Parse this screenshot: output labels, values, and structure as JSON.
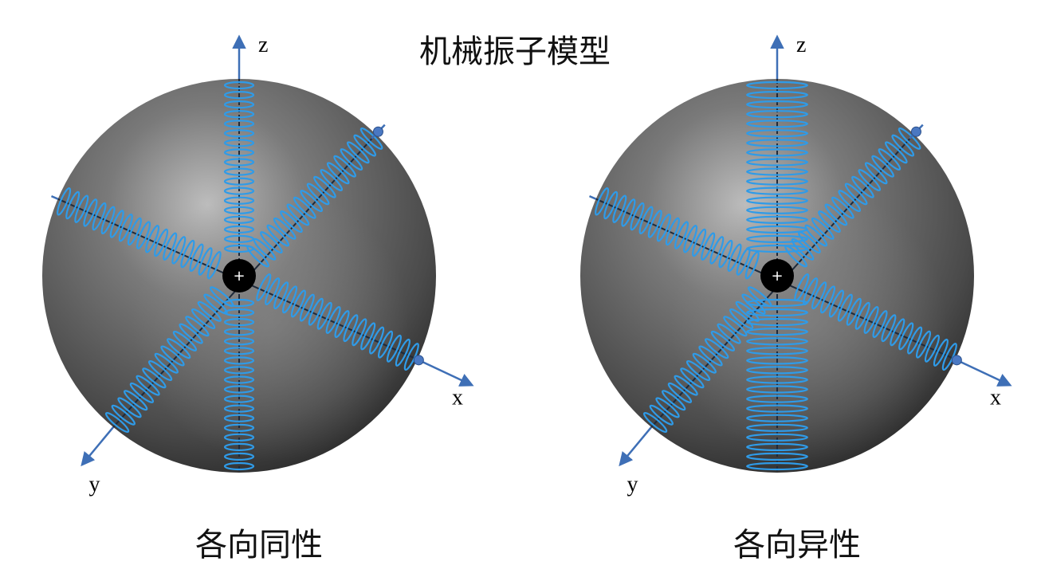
{
  "title": "机械振子模型",
  "models": [
    {
      "caption": "各向同性",
      "axes": {
        "x": "x",
        "y": "y",
        "z": "z"
      },
      "z_spring_coil_scale": 1.0
    },
    {
      "caption": "各向异性",
      "axes": {
        "x": "x",
        "y": "y",
        "z": "z"
      },
      "z_spring_coil_scale": 2.1
    }
  ],
  "colors": {
    "sphere": "#5a5a5a",
    "sphere_highlight": "#bdbdbd",
    "spring": "#2f9be8",
    "axis": "#3e6fb6",
    "center": "#000000",
    "endpoint": "#4a78c2"
  },
  "center_symbol": "+"
}
